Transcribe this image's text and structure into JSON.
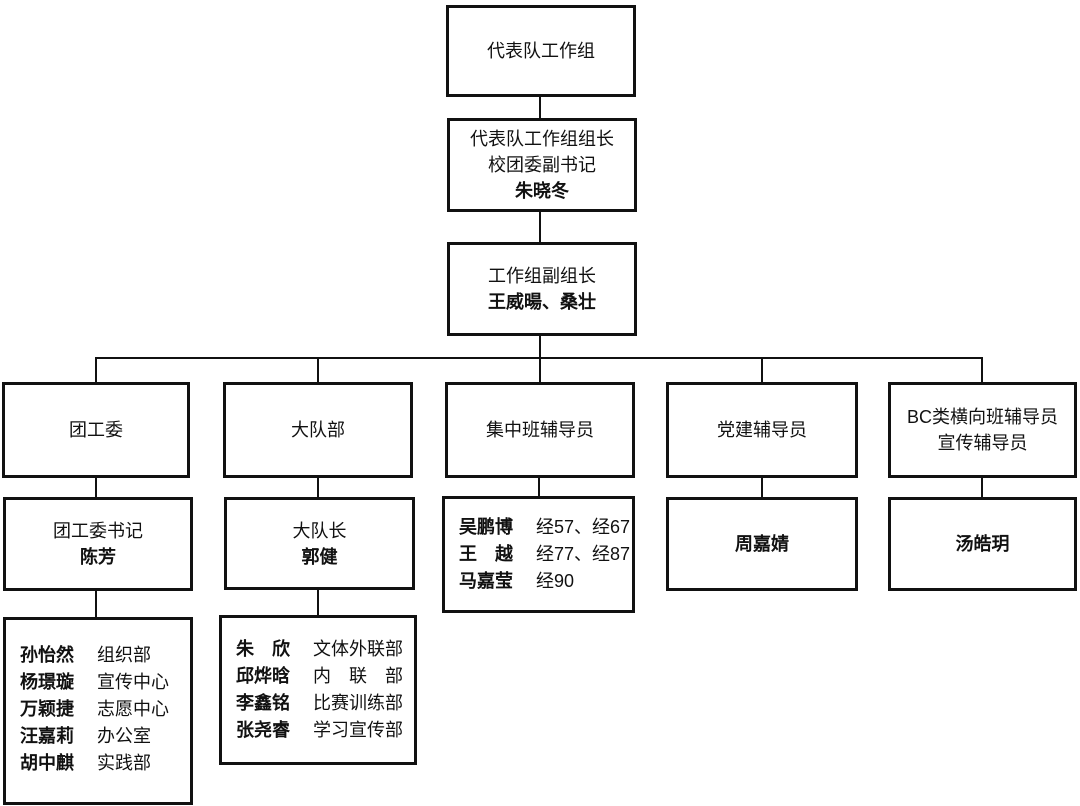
{
  "page": {
    "background_color": "#ffffff",
    "line_color": "#111111"
  },
  "org_chart": {
    "root": {
      "label": "代表队工作组"
    },
    "leader": {
      "title": "代表队工作组组长",
      "subtitle": "校团委副书记",
      "name": "朱晓冬"
    },
    "deputy": {
      "title": "工作组副组长",
      "names": "王威暘、桑壮"
    },
    "branches": [
      {
        "label": "团工委",
        "head": {
          "title": "团工委书记",
          "name": "陈芳"
        },
        "members": [
          {
            "name": "孙怡然",
            "dept": "组织部"
          },
          {
            "name": "杨璟璇",
            "dept": "宣传中心"
          },
          {
            "name": "万颖捷",
            "dept": "志愿中心"
          },
          {
            "name": "汪嘉莉",
            "dept": "办公室"
          },
          {
            "name": "胡中麒",
            "dept": "实践部"
          }
        ]
      },
      {
        "label": "大队部",
        "head": {
          "title": "大队长",
          "name": "郭健"
        },
        "members": [
          {
            "name": "朱　欣",
            "dept": "文体外联部"
          },
          {
            "name": "邱烨晗",
            "dept": "内　联　部"
          },
          {
            "name": "李鑫铭",
            "dept": "比赛训练部"
          },
          {
            "name": "张尧睿",
            "dept": "学习宣传部"
          }
        ]
      },
      {
        "label": "集中班辅导员",
        "members": [
          {
            "name": "吴鹏博",
            "dept": "经57、经67"
          },
          {
            "name": "王　越",
            "dept": "经77、经87"
          },
          {
            "name": "马嘉莹",
            "dept": "经90"
          }
        ]
      },
      {
        "label": "党建辅导员",
        "head": {
          "name": "周嘉婧"
        }
      },
      {
        "label_line1": "BC类横向班辅导员",
        "label_line2": "宣传辅导员",
        "head": {
          "name": "汤皓玥"
        }
      }
    ]
  }
}
